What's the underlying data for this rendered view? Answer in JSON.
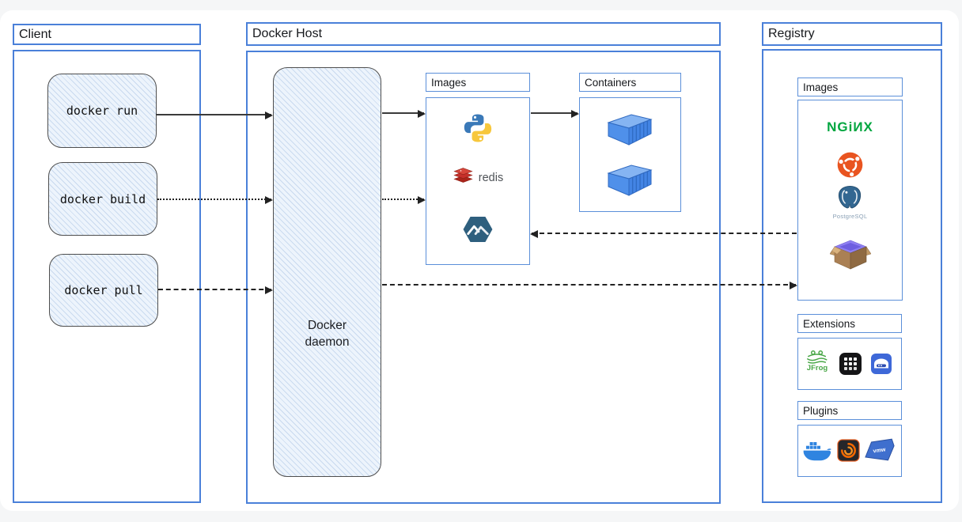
{
  "client": {
    "title": "Client",
    "commands": [
      {
        "label": "docker run"
      },
      {
        "label": "docker build"
      },
      {
        "label": "docker pull"
      }
    ]
  },
  "host": {
    "title": "Docker Host",
    "daemon_label": "Docker daemon",
    "images": {
      "title": "Images",
      "icons": [
        "python-icon",
        "redis-icon",
        "alpine-icon"
      ]
    },
    "containers": {
      "title": "Containers",
      "icons": [
        "container-icon",
        "container-icon"
      ]
    }
  },
  "registry": {
    "title": "Registry",
    "images": {
      "title": "Images",
      "icons": [
        "nginx-icon",
        "ubuntu-icon",
        "postgresql-icon",
        "busybox-icon"
      ]
    },
    "extensions": {
      "title": "Extensions",
      "icons": [
        "jfrog-icon",
        "app-grid-icon",
        "virtual-machine-icon"
      ]
    },
    "plugins": {
      "title": "Plugins",
      "icons": [
        "docker-whale-icon",
        "grafana-icon",
        "vmware-icon"
      ]
    }
  },
  "logos": {
    "redis": "redis",
    "nginx": "NGiИX",
    "postgresql": "PostgreSQL",
    "jfrog": "JFrog",
    "vmware": "vmw"
  },
  "arrows": [
    {
      "from": "docker run",
      "to": "Docker daemon",
      "style": "solid"
    },
    {
      "from": "docker build",
      "to": "Docker daemon",
      "style": "dotted"
    },
    {
      "from": "docker pull",
      "to": "Docker daemon",
      "style": "dashed"
    },
    {
      "from": "Docker daemon",
      "to": "Host Images",
      "style": "solid"
    },
    {
      "from": "Docker daemon",
      "to": "Host Images",
      "style": "dotted"
    },
    {
      "from": "Host Images",
      "to": "Containers",
      "style": "solid"
    },
    {
      "from": "Docker daemon",
      "to": "Registry Images",
      "style": "dashed"
    },
    {
      "from": "Registry Images",
      "to": "Host Images",
      "style": "dashed"
    }
  ],
  "colors": {
    "panel_border_blue": "#4a80d9",
    "sketch_fill": "#edf4fc",
    "arrow_black": "#222222",
    "nginx_green": "#00a63f",
    "ubuntu_orange": "#e95420",
    "redis_red": "#c6302b",
    "alpine_navy": "#2e5f7e",
    "container_blue": "#4f90ea",
    "postgres_blue": "#336791",
    "jfrog_green": "#4aa748",
    "grafana_orange": "#f46800",
    "docker_blue": "#2f84e0",
    "vmware_blue": "#3f6fce",
    "busybox_brown": "#aa8054",
    "busybox_purple": "#8f7ff2"
  }
}
